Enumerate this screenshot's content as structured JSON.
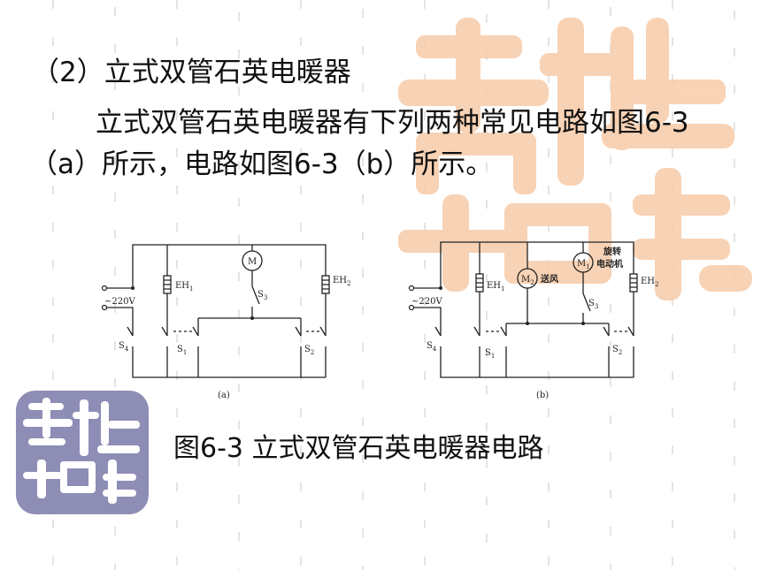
{
  "heading": "（2）立式双管石英电暖器",
  "paragraph": "立式双管石英电暖器有下列两种常见电路如图6-3（a）所示，电路如图6-3（b）所示。",
  "caption": "图6-3  立式双管石英电暖器电路",
  "diagram_a": {
    "sublabel": "(a)",
    "supply": "~220V",
    "motor": "M",
    "heater_1": "EH",
    "heater_1_sub": "1",
    "heater_2": "EH",
    "heater_2_sub": "2",
    "switch_3": "S",
    "switch_3_sub": "3",
    "switch_4": "S",
    "switch_4_sub": "4",
    "switch_1": "S",
    "switch_1_sub": "1",
    "switch_2": "S",
    "switch_2_sub": "2"
  },
  "diagram_b": {
    "sublabel": "(b)",
    "supply": "~220V",
    "motor_fan": "M",
    "motor_fan_sub": "2",
    "fan_label": "送风",
    "motor_rot": "M",
    "motor_rot_sub": "1",
    "rot_label_1": "旋转",
    "rot_label_2": "电动机",
    "heater_1": "EH",
    "heater_1_sub": "1",
    "heater_2": "EH",
    "heater_2_sub": "2",
    "switch_3": "S",
    "switch_3_sub": "3",
    "switch_4": "S",
    "switch_4_sub": "4",
    "switch_1": "S",
    "switch_1_sub": "1",
    "switch_2": "S",
    "switch_2_sub": "2"
  },
  "colors": {
    "seal_orange": "#f6c9a6",
    "seal_purple": "#8b8bb5",
    "grid_dash": "#d9d9d9",
    "line": "#222222"
  }
}
